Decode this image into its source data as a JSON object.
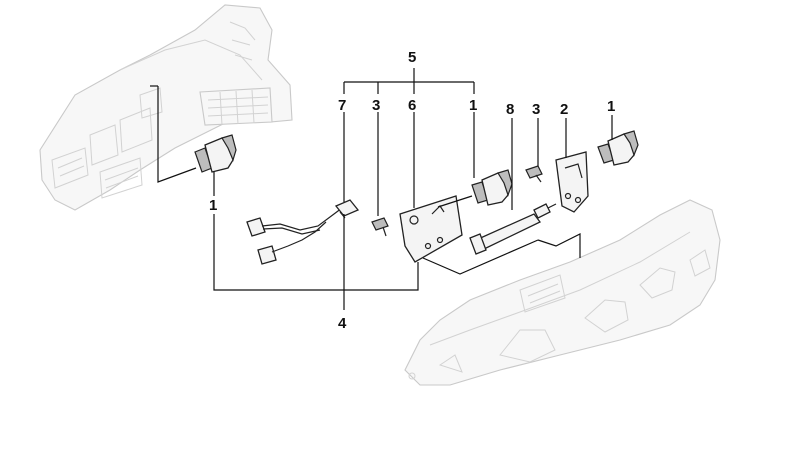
{
  "callouts": {
    "c5": "5",
    "c7": "7",
    "c3a": "3",
    "c6": "6",
    "c1a": "1",
    "c8": "8",
    "c3b": "3",
    "c2": "2",
    "c1b": "1",
    "c1c": "1",
    "c4": "4"
  }
}
